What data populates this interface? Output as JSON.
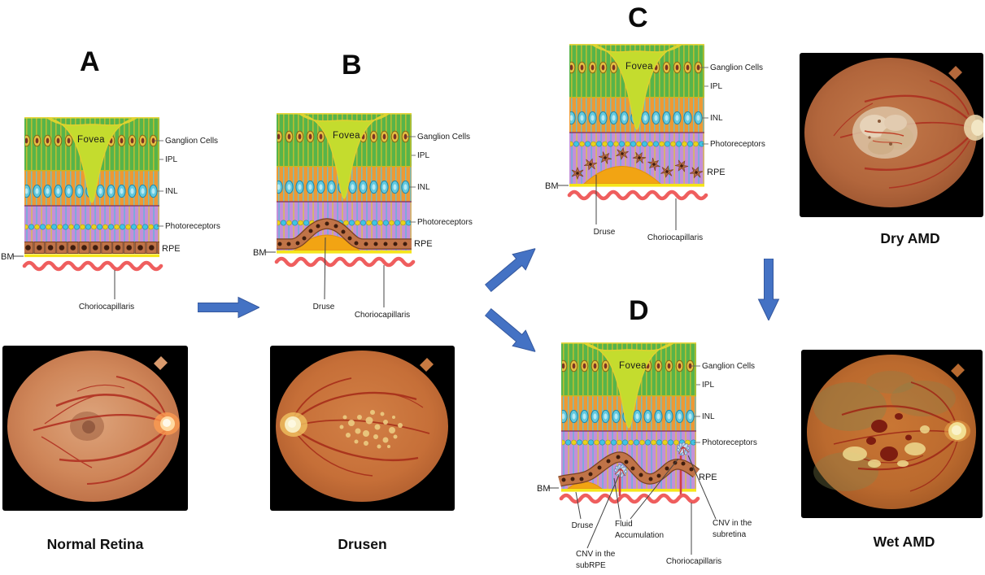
{
  "figure_type": "Age-related Macular Degeneration progression diagram",
  "colors": {
    "arrow_blue": "#4472c4",
    "ganglion_layer_green": "#57b44a",
    "fovea_green": "#c4dc2e",
    "inl_layer_orange": "#ee9933",
    "photoreceptor_purple": "#c48fd8",
    "rpe_brown": "#c07347",
    "bm_yellow": "#f5e51a",
    "choriocapillaris_red": "#ef5e5e",
    "druse_orange": "#f2a413"
  },
  "diagrams": {
    "a": {
      "letter": "A",
      "fovea": "Fovea",
      "ganglion_cells": "Ganglion Cells",
      "ipl": "IPL",
      "inl": "INL",
      "photoreceptors": "Photoreceptors",
      "rpe": "RPE",
      "bm": "BM",
      "choriocapillaris": "Choriocapillaris"
    },
    "b": {
      "letter": "B",
      "fovea": "Fovea",
      "ganglion_cells": "Ganglion Cells",
      "ipl": "IPL",
      "inl": "INL",
      "photoreceptors": "Photoreceptors",
      "rpe": "RPE",
      "bm": "BM",
      "druse": "Druse",
      "choriocapillaris": "Choriocapillaris"
    },
    "c": {
      "letter": "C",
      "fovea": "Fovea",
      "ganglion_cells": "Ganglion Cells",
      "ipl": "IPL",
      "inl": "INL",
      "photoreceptors": "Photoreceptors",
      "rpe": "RPE",
      "bm": "BM",
      "druse": "Druse",
      "choriocapillaris": "Choriocapillaris"
    },
    "d": {
      "letter": "D",
      "fovea": "Fovea",
      "ganglion_cells": "Ganglion Cells",
      "ipl": "IPL",
      "inl": "INL",
      "photoreceptors": "Photoreceptors",
      "rpe": "RPE",
      "bm": "BM",
      "druse": "Druse",
      "fluid_line1": "Fluid",
      "fluid_line2": "Accumulation",
      "cnv_subrpe_line1": "CNV in the",
      "cnv_subrpe_line2": "subRPE",
      "cnv_subretina_line1": "CNV in the",
      "cnv_subretina_line2": "subretina",
      "choriocapillaris": "Choriocapillaris"
    }
  },
  "photos": {
    "normal": {
      "caption": "Normal Retina"
    },
    "drusen": {
      "caption": "Drusen"
    },
    "dry": {
      "caption": "Dry AMD"
    },
    "wet": {
      "caption": "Wet AMD"
    }
  }
}
